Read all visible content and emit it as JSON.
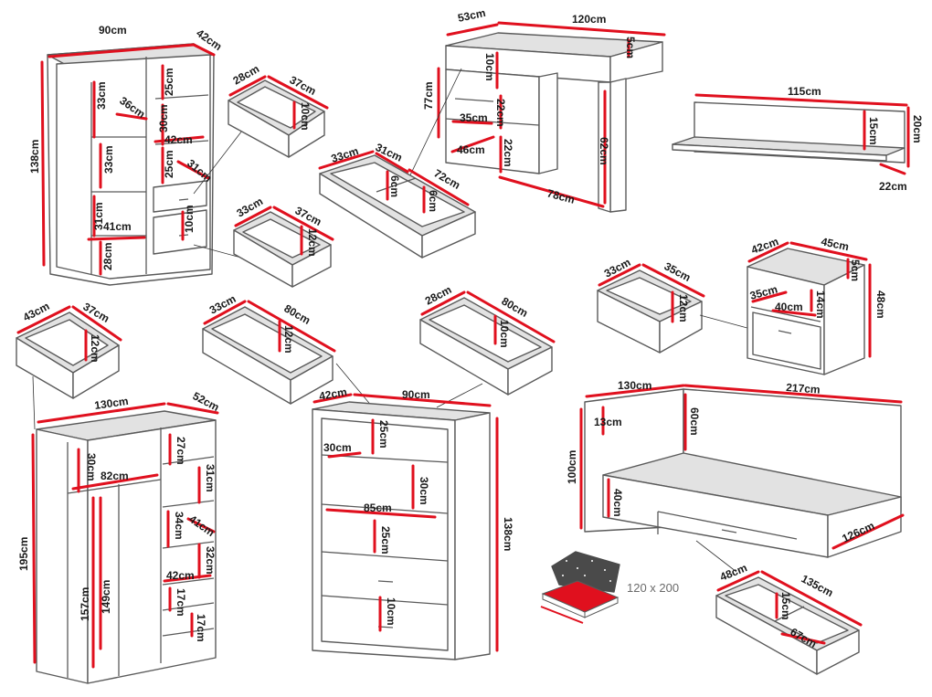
{
  "wardrobe_small": {
    "width": "90cm",
    "depth": "42cm",
    "height": "138cm",
    "inner_shelf_1": "25cm",
    "inner_shelf_2": "30cm",
    "inner_shelf_3": "25cm",
    "inner_depth_a": "36cm",
    "inner_depth_b": "42cm",
    "inner_depth_c": "31cm",
    "left_upper": "33cm",
    "left_mid": "33cm",
    "left_lower": "31cm",
    "inner_width": "41cm",
    "bottom": "28cm",
    "drawer_front": "10cm"
  },
  "drawer_a": {
    "width": "28cm",
    "depth": "37cm",
    "height": "10cm"
  },
  "drawer_b": {
    "width": "33cm",
    "depth": "37cm",
    "height": "12cm"
  },
  "desk": {
    "depth": "53cm",
    "width": "120cm",
    "top_rail": "5cm",
    "height": "77cm",
    "drawer_front": "10cm",
    "drawer_inner_w": "35cm",
    "drawer_inner_d": "46cm",
    "drawer_h": "22cm",
    "drawer_h2": "22cm",
    "leg_width": "78cm",
    "leg_height": "62cm"
  },
  "desk_drawer": {
    "width": "33cm",
    "depth": "72cm",
    "inner": "31cm",
    "height_a": "6cm",
    "height_b": "6cm"
  },
  "wall_shelf": {
    "width": "115cm",
    "height_inner": "15cm",
    "height": "20cm",
    "depth": "22cm"
  },
  "nightstand_drawer": {
    "width": "33cm",
    "depth": "35cm",
    "height": "12cm"
  },
  "nightstand": {
    "depth": "42cm",
    "width": "45cm",
    "top_gap": "5cm",
    "height": "48cm",
    "inner_depth": "35cm",
    "inner_width": "40cm",
    "inner_height": "14cm"
  },
  "drawer_c": {
    "width": "43cm",
    "depth": "37cm",
    "height": "12cm"
  },
  "drawer_d": {
    "width": "33cm",
    "depth": "80cm",
    "height": "12cm"
  },
  "drawer_e": {
    "width": "28cm",
    "depth": "80cm",
    "height": "10cm"
  },
  "wardrobe_large": {
    "width": "130cm",
    "depth": "52cm",
    "height": "195cm",
    "top_gap": "30cm",
    "rail_width": "82cm",
    "shelf_a": "27cm",
    "shelf_b": "31cm",
    "shelf_c": "34cm",
    "shelf_d": "41cm",
    "shelf_e": "32cm",
    "shelf_f": "42cm",
    "shelf_g": "17cm",
    "shelf_h": "17cm",
    "hang_long": "157cm",
    "hang_short": "149cm"
  },
  "bookcase": {
    "depth": "42cm",
    "width": "90cm",
    "height": "138cm",
    "shelf_1": "25cm",
    "shelf_depth": "30cm",
    "shelf_2": "30cm",
    "shelf_width": "85cm",
    "shelf_3": "25cm",
    "drawer": "10cm"
  },
  "bed": {
    "width": "130cm",
    "length": "217cm",
    "headboard": "100cm",
    "head_gap": "13cm",
    "side_panel": "60cm",
    "base_height": "40cm",
    "base_width": "126cm"
  },
  "mattress": {
    "size": "120 x 200"
  },
  "bed_drawer": {
    "width": "48cm",
    "depth": "135cm",
    "height": "15cm",
    "inner": "67cm"
  },
  "colors": {
    "accent": "#e0101e",
    "outline": "#5a5a5a",
    "panel": "#e2e2e2"
  }
}
